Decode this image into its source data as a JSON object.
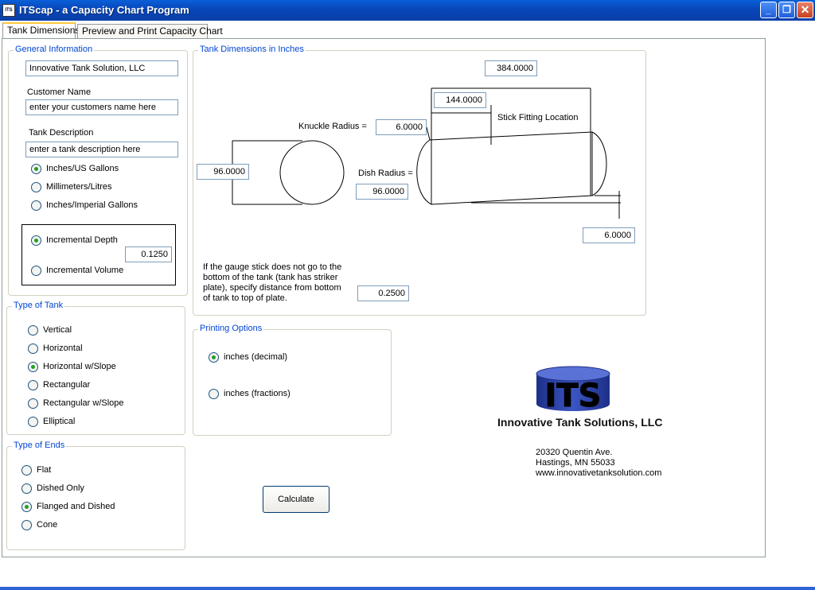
{
  "window": {
    "title": "ITScap - a Capacity Chart Program",
    "icon_text": "ITS",
    "controls": [
      "minimize-icon",
      "restore-icon",
      "close-icon"
    ]
  },
  "tabs": [
    {
      "label": "Tank Dimensions",
      "active": true
    },
    {
      "label": "Preview and Print Capacity Chart",
      "active": false
    }
  ],
  "general": {
    "legend": "General Information",
    "company_value": "Innovative Tank Solution, LLC",
    "customer_label": "Customer Name",
    "customer_value": "enter your customers name here",
    "description_label": "Tank Description",
    "description_value": "enter a tank description here",
    "units": [
      {
        "label": "Inches/US Gallons",
        "selected": true
      },
      {
        "label": "Millimeters/Litres",
        "selected": false
      },
      {
        "label": "Inches/Imperial Gallons",
        "selected": false
      }
    ],
    "increment": {
      "depth_label": "Incremental Depth",
      "depth_value": "0.1250",
      "volume_label": "Incremental Volume",
      "selected": "depth"
    }
  },
  "tank_type": {
    "legend": "Type of Tank",
    "options": [
      {
        "label": "Vertical",
        "selected": false
      },
      {
        "label": "Horizontal",
        "selected": false
      },
      {
        "label": "Horizontal w/Slope",
        "selected": true
      },
      {
        "label": "Rectangular",
        "selected": false
      },
      {
        "label": "Rectangular w/Slope",
        "selected": false
      },
      {
        "label": "Elliptical",
        "selected": false
      }
    ]
  },
  "end_type": {
    "legend": "Type of Ends",
    "options": [
      {
        "label": "Flat",
        "selected": false
      },
      {
        "label": "Dished Only",
        "selected": false
      },
      {
        "label": "Flanged and Dished",
        "selected": true
      },
      {
        "label": "Cone",
        "selected": false
      }
    ]
  },
  "dimensions": {
    "legend": "Tank Dimensions in Inches",
    "length": "384.0000",
    "stick_offset": "144.0000",
    "stick_label": "Stick Fitting Location",
    "knuckle_label": "Knuckle Radius =",
    "knuckle_value": "6.0000",
    "diameter": "96.0000",
    "dish_label": "Dish Radius =",
    "dish_value": "96.0000",
    "slope": "6.0000",
    "striker_text": "If the gauge stick does not go to the bottom of the tank (tank has striker plate), specify distance from bottom of tank to top of plate.",
    "striker_value": "0.2500"
  },
  "printing": {
    "legend": "Printing Options",
    "options": [
      {
        "label": "inches (decimal)",
        "selected": true
      },
      {
        "label": "inches (fractions)",
        "selected": false
      }
    ]
  },
  "brand": {
    "logo_text": "ITS",
    "company": "Innovative Tank Solutions, LLC",
    "address_line1": "20320 Quentin Ave.",
    "address_line2": "Hastings, MN 55033",
    "website": "www.innovativetanksolution.com",
    "logo_color": "#2a3f9e"
  },
  "actions": {
    "calculate_label": "Calculate"
  }
}
